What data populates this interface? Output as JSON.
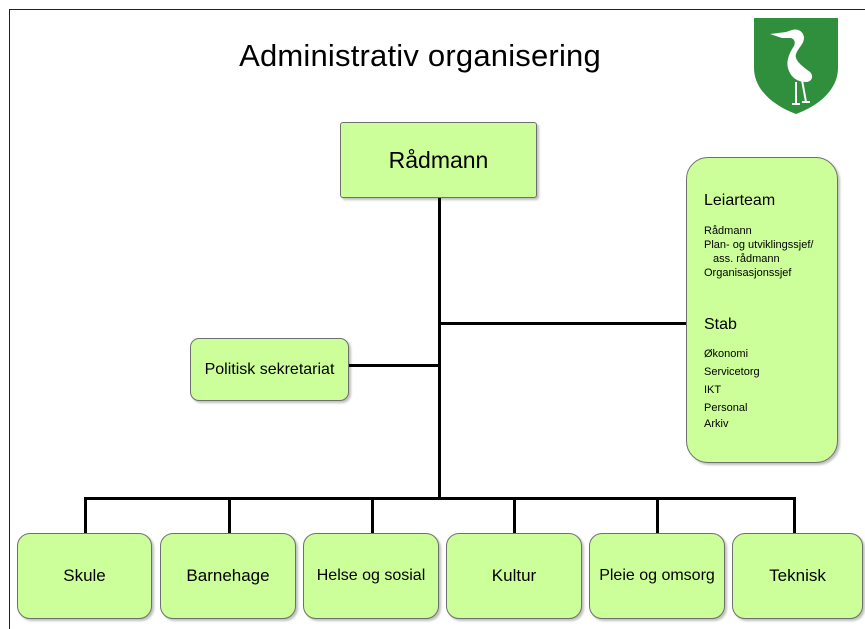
{
  "title": "Administrativ organisering",
  "crest": "heron-coat-of-arms",
  "colors": {
    "box_fill": "#ccff99",
    "box_border": "#6f6f6f",
    "crest_green": "#2f8f3c",
    "line": "#000000"
  },
  "top": {
    "label": "Rådmann"
  },
  "side": {
    "label": "Politisk sekretariat"
  },
  "leiarteam": {
    "heading": "Leiarteam",
    "items": [
      "Rådmann",
      "Plan- og utviklingssjef/",
      "ass. rådmann",
      "Organisasjonssjef"
    ]
  },
  "stab": {
    "heading": "Stab",
    "items": [
      "Økonomi",
      "Servicetorg",
      "IKT",
      "Personal",
      "Arkiv"
    ]
  },
  "units": [
    "Skule",
    "Barnehage",
    "Helse og sosial",
    "Kultur",
    "Pleie og omsorg",
    "Teknisk"
  ]
}
